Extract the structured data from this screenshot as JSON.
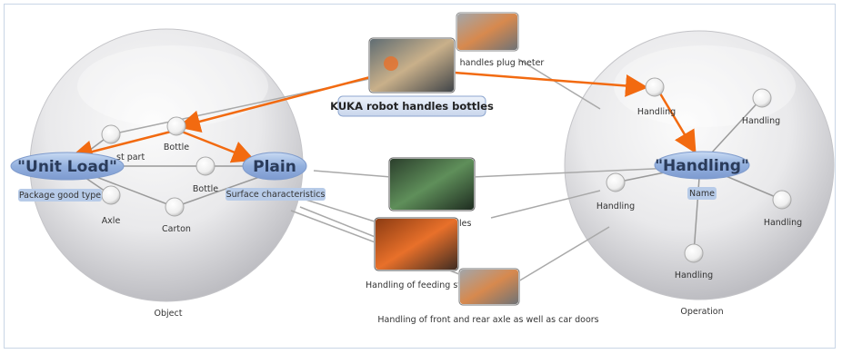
{
  "object_cluster": {
    "caption": "Object",
    "main_node": "\"Unit Load\"",
    "main_sub": "Package good type",
    "plain_node": "Plain",
    "plain_sub": "Surface characteristics",
    "leaf_labels": [
      "st part",
      "Bottle",
      "Bottle",
      "Axle",
      "Carton"
    ]
  },
  "operation_cluster": {
    "caption": "Operation",
    "main_node": "\"Handling\"",
    "main_sub": "Name",
    "leaf_labels": [
      "Handling",
      "Handling",
      "Handling",
      "Handling",
      "Handling"
    ]
  },
  "media": {
    "kuka_caption": "KUKA robot handles bottles",
    "plug_meter": "handles plug meter",
    "middle_partial": "les",
    "feeding": "Handling of feeding st",
    "front_rear": "Handling of front and rear axle as well as car doors"
  },
  "colors": {
    "accent_arrow": "#f26a10",
    "node_oval": "#9ab6e0",
    "sub_label_bg": "#b7cbe8",
    "connector": "#a9a9a9"
  }
}
